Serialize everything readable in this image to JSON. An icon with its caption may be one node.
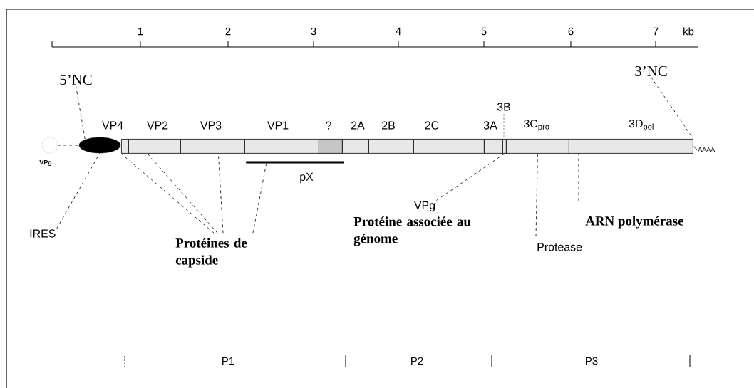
{
  "diagram": {
    "nodes": [
      {
        "text": [
          "5’NC"
        ]
      },
      {
        "text": [
          "VPg"
        ]
      },
      {
        "text": [],
        "shape": "ellipse"
      },
      {
        "text": [
          "VP4"
        ]
      },
      {
        "text": [
          "VP2"
        ]
      },
      {
        "text": [
          "VP3"
        ]
      },
      {
        "text": [
          "VP1"
        ]
      },
      {
        "text": [
          "?"
        ]
      },
      {
        "text": [
          "2A"
        ]
      },
      {
        "text": [
          "2B"
        ]
      },
      {
        "text": [
          "2C"
        ]
      },
      {
        "text": [
          "3A"
        ]
      },
      {
        "text": [
          "3B"
        ]
      },
      {
        "text": [
          "3C$_{pro}$"
        ]
      },
      {
        "text": [
          "3D$_{pol}$"
        ]
      },
      {
        "text": [
          "3’NC"
        ]
      },
      {
        "text": [
          "AAAA"
        ]
      },
      {
        "text": [
          "pX"
        ]
      },
      {
        "text": [
          "IRES"
        ]
      },
      {
        "text": [
          "Protéines de capside"
        ]
      },
      {
        "text": [
          "VPg",
          "Protéine associée au génome"
        ]
      },
      {
        "text": [
          "Protease"
        ]
      },
      {
        "text": [
          "ARN polymérase"
        ]
      }
    ],
    "edges": [
      {
        "from": 0,
        "to": 2,
        "arrow": "none",
        "style": "dashed"
      },
      {
        "from": 1,
        "to": 2,
        "arrow": "none",
        "style": "dashed"
      },
      {
        "from": 14,
        "to": 16,
        "arrow": "none"
      },
      {
        "from": 15,
        "to": 14,
        "arrow": "none",
        "style": "dashed"
      },
      {
        "from": 18,
        "to": 2,
        "arrow": "none",
        "style": "dashed"
      },
      {
        "from": 19,
        "to": 3,
        "arrow": "none",
        "style": "dashed"
      },
      {
        "from": 19,
        "to": 4,
        "arrow": "none",
        "style": "dashed"
      },
      {
        "from": 19,
        "to": 5,
        "arrow": "none",
        "style": "dashed"
      },
      {
        "from": 19,
        "to": 17,
        "arrow": "none",
        "style": "dashed"
      },
      {
        "from": 20,
        "to": 12,
        "arrow": "none",
        "style": "dashed"
      },
      {
        "from": 21,
        "to": 13,
        "arrow": "none",
        "style": "dashed"
      },
      {
        "from": 22,
        "to": 14,
        "arrow": "none",
        "style": "dashed"
      }
    ],
    "labels": [
      "1",
      "2",
      "3",
      "4",
      "5",
      "6",
      "7",
      "kb",
      "P1",
      "P2",
      "P3"
    ]
  }
}
